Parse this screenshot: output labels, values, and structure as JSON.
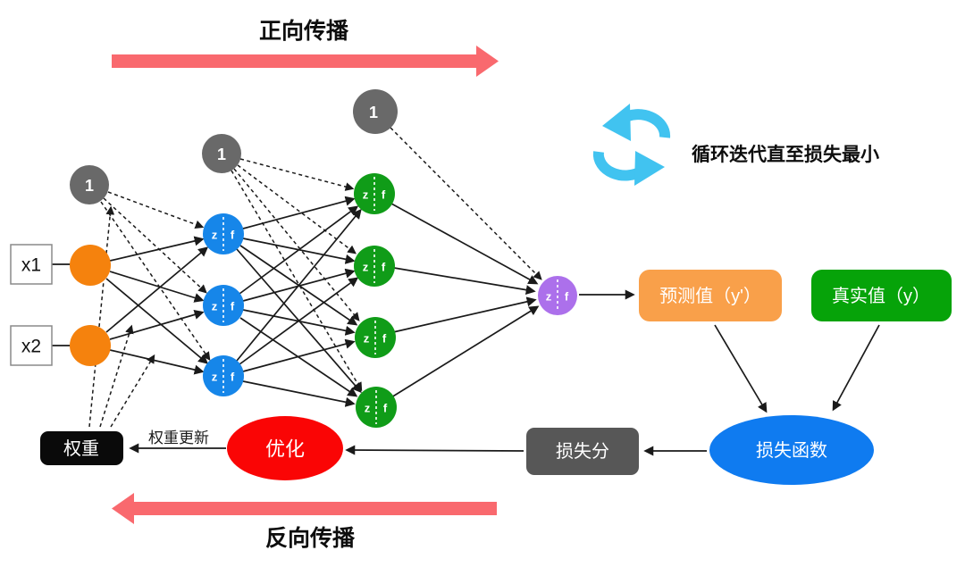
{
  "titles": {
    "forward": "正向传播",
    "backward": "反向传播",
    "loop": "循环迭代直至损失最小",
    "weight_update": "权重更新"
  },
  "inputs": {
    "x1": "x1",
    "x2": "x2"
  },
  "bias": {
    "label": "1"
  },
  "neuron": {
    "z": "z",
    "f": "f"
  },
  "boxes": {
    "predicted": "预测值（y'）",
    "actual": "真实值（y）",
    "loss_fn": "损失函数",
    "loss_score": "损失分",
    "optimize": "优化",
    "weights": "权重"
  },
  "colors": {
    "flow_arrow": "#F9696E",
    "input_circle": "#F5820D",
    "predicted_box": "#F9A04A",
    "actual_box": "#06A309",
    "hidden1": "#1686E9",
    "hidden2": "#109C18",
    "output": "#AC70EB",
    "bias_gray": "#696969",
    "loss_fn_blue": "#0F7BF0",
    "loss_score_gray": "#575757",
    "optimize_red": "#FA0505",
    "weights_black": "#0A0A0A",
    "loop_icon_blue": "#41C3F0",
    "edge": "#1a1a1a"
  }
}
